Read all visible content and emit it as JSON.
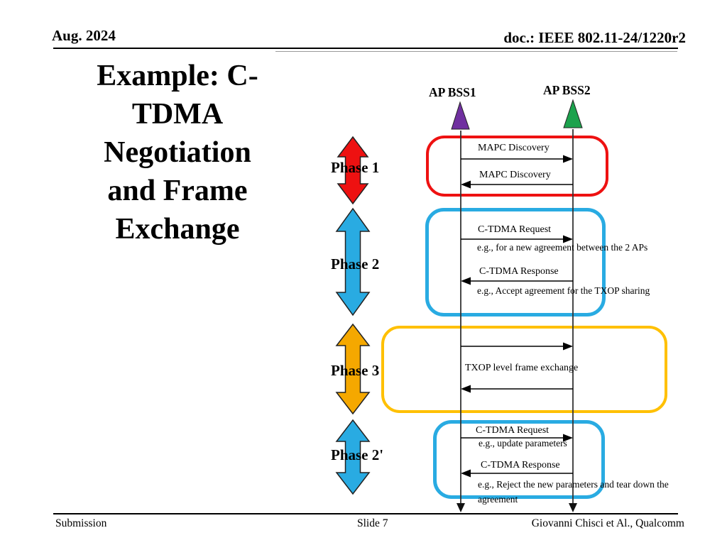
{
  "header": {
    "date": "Aug. 2024",
    "doc": "doc.: IEEE 802.11-24/1220r2"
  },
  "title": {
    "text": "Example: C-TDMA Negotiation and Frame Exchange",
    "lines": [
      "Example: C-",
      "TDMA",
      "Negotiation",
      "and Frame",
      "Exchange"
    ]
  },
  "actors": {
    "bss1": {
      "label": "AP BSS1",
      "color": "#7030a0"
    },
    "bss2": {
      "label": "AP BSS2",
      "color": "#1ca24d"
    }
  },
  "phases": {
    "p1": {
      "label": "Phase 1",
      "color": "#ee1111"
    },
    "p2": {
      "label": "Phase 2",
      "color": "#29abe2"
    },
    "p3": {
      "label": "Phase 3",
      "color": "#f5a800"
    },
    "p2b": {
      "label": "Phase 2'",
      "color": "#29abe2"
    }
  },
  "diagram": {
    "phase1": {
      "border": "#ee1111",
      "m1": "MAPC Discovery",
      "m2": "MAPC Discovery"
    },
    "phase2": {
      "border": "#29abe2",
      "m1": "C-TDMA Request",
      "m1note": "e.g., for a new agreement between the 2 APs",
      "m2": "C-TDMA Response",
      "m2note": "e.g., Accept agreement for the TXOP sharing"
    },
    "phase3": {
      "border": "#ffc000",
      "label": "TXOP level frame exchange"
    },
    "phase2b": {
      "border": "#29abe2",
      "m1": "C-TDMA Request",
      "m1note": "e.g., update parameters",
      "m2": "C-TDMA Response",
      "m2note": "e.g., Reject the new parameters and tear down the agreement"
    }
  },
  "footer": {
    "left": "Submission",
    "center": "Slide 7",
    "right": "Giovanni Chisci et Al., Qualcomm"
  }
}
